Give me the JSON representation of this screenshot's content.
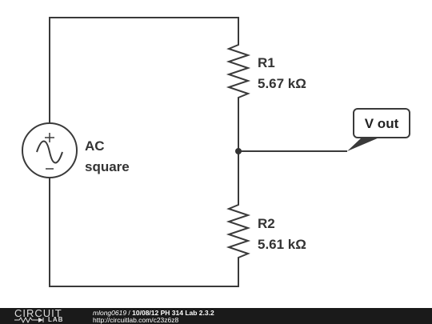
{
  "source": {
    "line1": "AC",
    "line2": "square"
  },
  "r1": {
    "name": "R1",
    "value": "5.67 kΩ"
  },
  "r2": {
    "name": "R2",
    "value": "5.61 kΩ"
  },
  "probe": {
    "label": "V out"
  },
  "footer": {
    "logo_top": "CIRCUIT",
    "logo_bottom": "LAB",
    "user": "mlong0619",
    "separator": " / ",
    "title": "10/08/12 PH 314 Lab 2.3.2",
    "url": "http://circuitlab.com/c23z6z8"
  }
}
